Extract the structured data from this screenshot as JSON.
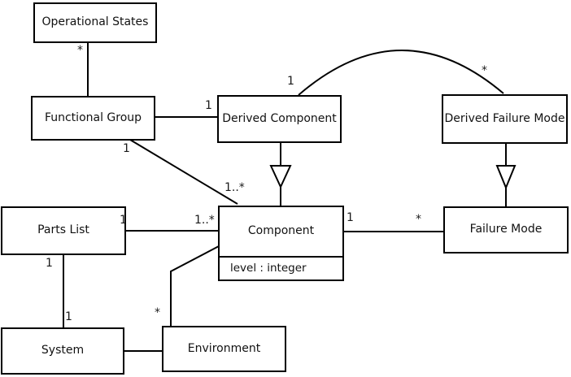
{
  "diagram": {
    "type": "uml-class-diagram",
    "nodes": [
      {
        "id": "operational-states",
        "label": "Operational States"
      },
      {
        "id": "functional-group",
        "label": "Functional Group"
      },
      {
        "id": "derived-component",
        "label": "Derived Component"
      },
      {
        "id": "derived-failure-mode",
        "label": "Derived Failure Mode"
      },
      {
        "id": "parts-list",
        "label": "Parts List"
      },
      {
        "id": "component",
        "label": "Component",
        "attributes": [
          "level : integer"
        ]
      },
      {
        "id": "failure-mode",
        "label": "Failure Mode"
      },
      {
        "id": "system",
        "label": "System"
      },
      {
        "id": "environment",
        "label": "Environment"
      }
    ],
    "edges": [
      {
        "from": "Functional Group",
        "to": "Operational States",
        "kind": "association",
        "label_at_to": "*"
      },
      {
        "from": "Functional Group",
        "to": "Derived Component",
        "kind": "association",
        "label_at_to": "1"
      },
      {
        "from": "Derived Component",
        "to": "Derived Failure Mode",
        "kind": "association-arc",
        "label_at_from": "1",
        "label_at_to": "*"
      },
      {
        "from": "Derived Component",
        "to": "Component",
        "kind": "generalization"
      },
      {
        "from": "Derived Failure Mode",
        "to": "Failure Mode",
        "kind": "generalization"
      },
      {
        "from": "Functional Group",
        "to": "Component",
        "kind": "association",
        "label_at_from": "1",
        "label_at_to": "1..*"
      },
      {
        "from": "Parts List",
        "to": "Component",
        "kind": "association",
        "label_at_from": "1",
        "label_at_to": "1..*"
      },
      {
        "from": "Component",
        "to": "Failure Mode",
        "kind": "association",
        "label_at_from": "1",
        "label_at_to": "*"
      },
      {
        "from": "Component",
        "to": "Environment",
        "kind": "association",
        "label_at_to": "*"
      },
      {
        "from": "Parts List",
        "to": "System",
        "kind": "association",
        "label_at_from": "1",
        "label_at_to": "1"
      },
      {
        "from": "System",
        "to": "Environment",
        "kind": "association"
      }
    ],
    "multiplicity_labels": [
      {
        "text": "*"
      },
      {
        "text": "1"
      },
      {
        "text": "*"
      },
      {
        "text": "1"
      },
      {
        "text": "1"
      },
      {
        "text": "1..*"
      },
      {
        "text": "1"
      },
      {
        "text": "1..*"
      },
      {
        "text": "1"
      },
      {
        "text": "*"
      },
      {
        "text": "1"
      },
      {
        "text": "1"
      },
      {
        "text": "*"
      }
    ]
  },
  "colors": {
    "background": "#ffffff",
    "line": "#000000",
    "box_border": "#000000",
    "box_fill": "#ffffff",
    "text": "#111111"
  }
}
